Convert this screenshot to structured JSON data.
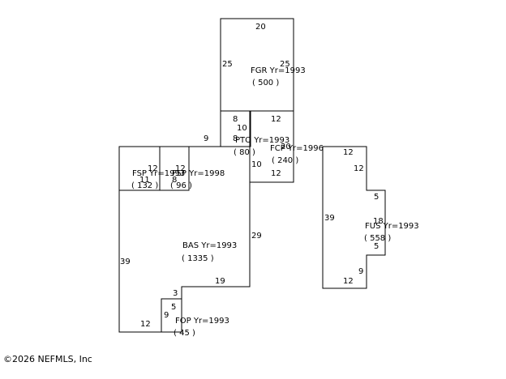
{
  "sections": {
    "fgr": {
      "label": "FGR Yr=1993",
      "area": "( 500 )",
      "dims": [
        "20",
        "25",
        "25"
      ]
    },
    "pto": {
      "label": "PTO Yr=1993",
      "area": "( 80 )",
      "dims": [
        "8",
        "10",
        "8"
      ]
    },
    "fcp": {
      "label": "FCP Yr=1996",
      "area": "( 240 )",
      "dims": [
        "12",
        "20",
        "10",
        "12"
      ]
    },
    "fsp": {
      "label": "FSP Yr=1993",
      "area": "( 132 )",
      "dims": [
        "12",
        "11"
      ]
    },
    "fsp2": {
      "label": "FSP Yr=1998",
      "area": "( 96 )",
      "dims": [
        "12",
        "8"
      ]
    },
    "bas": {
      "label": "BAS Yr=1993",
      "area": "( 1335 )",
      "dims": [
        "9",
        "29",
        "39",
        "19",
        "3",
        "12"
      ]
    },
    "fop": {
      "label": "FOP Yr=1993",
      "area": "( 45 )",
      "dims": [
        "5",
        "9"
      ]
    },
    "fus": {
      "label": "FUS Yr=1993",
      "area": "( 558 )",
      "dims": [
        "12",
        "12",
        "5",
        "18",
        "5",
        "39",
        "9",
        "12"
      ]
    }
  },
  "footer": {
    "copyright": "©2026 NEFMLS, Inc"
  }
}
